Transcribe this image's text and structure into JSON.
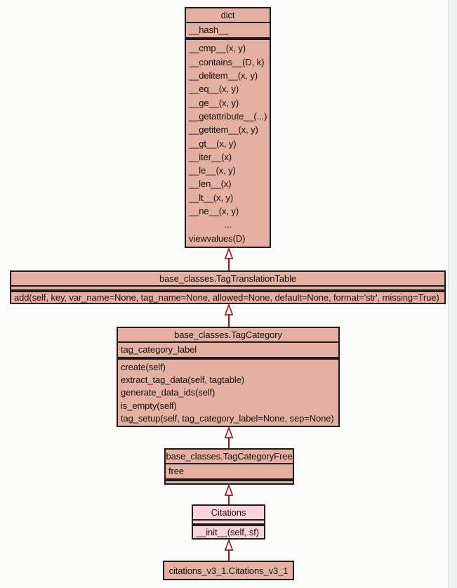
{
  "diagram": {
    "kind": "uml-class-diagram",
    "background": "#FCFDFA",
    "colors": {
      "node_fill": "#E5B0A1",
      "node_fill_light": "#FBD3DA",
      "node_border": "#1c1c1c",
      "arrow": "#9B1B1B"
    },
    "nodes": [
      {
        "id": "dict",
        "title": "dict",
        "attributes": [
          "__hash__"
        ],
        "methods": [
          "__cmp__(x, y)",
          "__contains__(D, k)",
          "__delitem__(x, y)",
          "__eq__(x, y)",
          "__ge__(x, y)",
          "__getattribute__(...)",
          "__getitem__(x, y)",
          "__gt__(x, y)",
          "__iter__(x)",
          "__le__(x, y)",
          "__len__(x)",
          "__lt__(x, y)",
          "__ne__(x, y)",
          "...",
          "viewvalues(D)"
        ]
      },
      {
        "id": "tag_translation_table",
        "title": "base_classes.TagTranslationTable",
        "attributes": [],
        "methods": [
          "add(self, key, var_name=None, tag_name=None, allowed=None, default=None, format='str', missing=True)"
        ]
      },
      {
        "id": "tag_category",
        "title": "base_classes.TagCategory",
        "attributes": [
          "tag_category_label"
        ],
        "methods": [
          "create(self)",
          "extract_tag_data(self, tagtable)",
          "generate_data_ids(self)",
          "is_empty(self)",
          "tag_setup(self, tag_category_label=None, sep=None)"
        ]
      },
      {
        "id": "tag_category_free",
        "title": "base_classes.TagCategoryFree",
        "attributes": [
          "free"
        ],
        "methods": []
      },
      {
        "id": "citations",
        "title": "Citations",
        "variant": "light",
        "attributes": [],
        "methods": [
          "__init__(self, sf)"
        ]
      },
      {
        "id": "citations_v3_1",
        "title": "citations_v3_1.Citations_v3_1",
        "single": true
      }
    ],
    "edges": [
      {
        "from": "tag_translation_table",
        "to": "dict",
        "type": "inheritance"
      },
      {
        "from": "tag_category",
        "to": "tag_translation_table",
        "type": "inheritance"
      },
      {
        "from": "tag_category_free",
        "to": "tag_category",
        "type": "inheritance"
      },
      {
        "from": "citations",
        "to": "tag_category_free",
        "type": "inheritance"
      },
      {
        "from": "citations_v3_1",
        "to": "citations",
        "type": "inheritance"
      }
    ]
  }
}
